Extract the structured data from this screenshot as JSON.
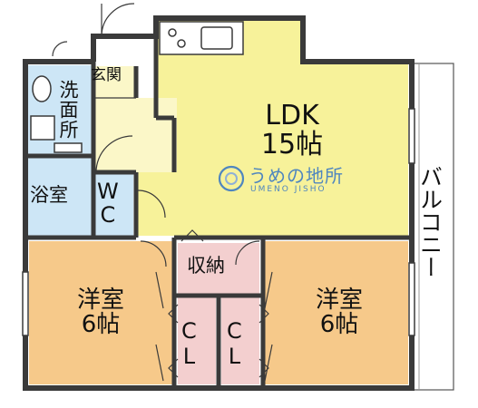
{
  "floor_plan": {
    "rooms": {
      "ldk": "LDK\n15帖",
      "western_left": "洋室\n6帖",
      "western_right": "洋室\n6帖",
      "washroom": "洗面所",
      "entrance": "玄関",
      "bathroom": "浴室",
      "toilet": "W\nC",
      "storage": "収納",
      "closet_left": "C\nL",
      "closet_right": "C\nL",
      "balcony": "バルコニー"
    },
    "logo": {
      "name": "うめの地所",
      "sub": "UMENO JISHO"
    },
    "colors": {
      "ldk": "#f7f29a",
      "western": "#f6c98a",
      "storage": "#f3cfcf",
      "bath": "#cde6f6",
      "corridor": "#fbf7c8",
      "wall": "#3a3a3a",
      "logo": "#4f86bf"
    }
  }
}
